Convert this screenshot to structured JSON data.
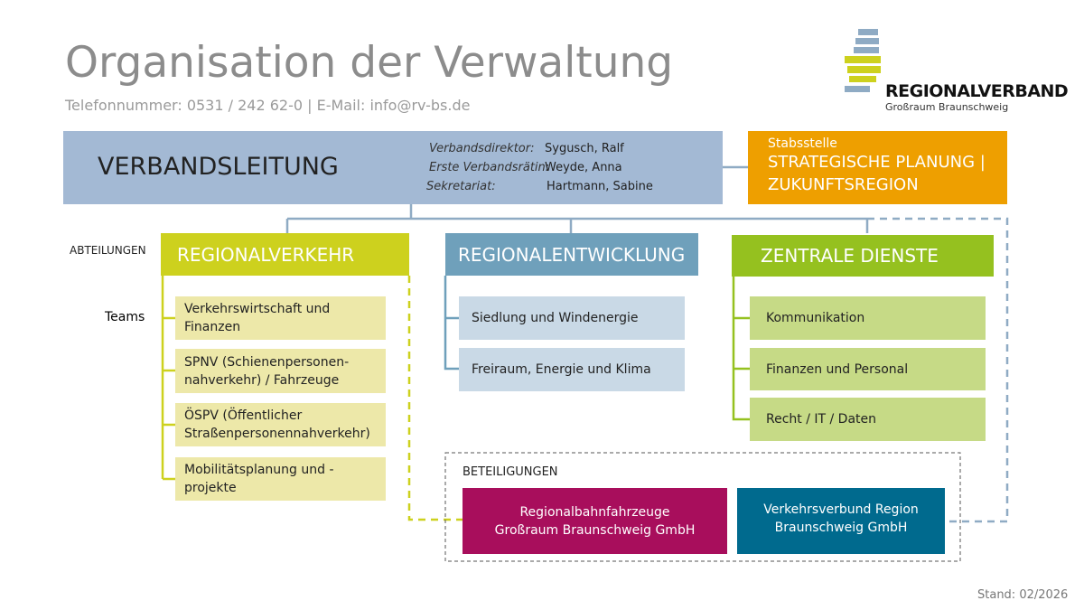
{
  "header": {
    "title": "Organisation der Verwaltung",
    "contact": "Telefonnummer: 0531 / 242 62-0  |  E-Mail: info@rv-bs.de"
  },
  "logo": {
    "name": "REGIONALVERBAND",
    "sub": "Großraum Braunschweig"
  },
  "leitung": {
    "title": "VERBANDSLEITUNG",
    "roles": [
      {
        "role": "Verbandsdirektor:",
        "name": "Sygusch, Ralf"
      },
      {
        "role": "Erste Verbandsrätin:",
        "name": "Weyde, Anna"
      },
      {
        "role": "Sekretariat:",
        "name": "Hartmann, Sabine"
      }
    ]
  },
  "stab": {
    "label": "Stabsstelle",
    "line1": "STRATEGISCHE PLANUNG |",
    "line2": "ZUKUNFTSREGION"
  },
  "labels": {
    "abteilungen": "ABTEILUNGEN",
    "teams": "Teams",
    "beteiligungen": "BETEILIGUNGEN",
    "stand": "Stand: 02/2026"
  },
  "departments": [
    {
      "name": "REGIONALVERKEHR",
      "color": "#cdd11e",
      "teams": [
        "Verkehrswirtschaft und Finanzen",
        "SPNV (Schienenpersonen-nahverkehr)  / Fahrzeuge",
        "ÖSPV (Öffentlicher Straßenpersonennahverkehr)",
        "Mobilitätsplanung und -projekte"
      ]
    },
    {
      "name": "REGIONALENTWICKLUNG",
      "color": "#6fa0bb",
      "teams": [
        "Siedlung und Windenergie",
        "Freiraum, Energie und Klima"
      ]
    },
    {
      "name": "ZENTRALE DIENSTE",
      "color": "#95c11f",
      "teams": [
        "Kommunikation",
        "Finanzen und Personal",
        "Recht / IT / Daten"
      ]
    }
  ],
  "beteiligungen": [
    {
      "line1": "Regionalbahnfahrzeuge",
      "line2": "Großraum Braunschweig GmbH",
      "color": "#a80e5c"
    },
    {
      "line1": "Verkehrsverbund Region",
      "line2": "Braunschweig GmbH",
      "color": "#006a8e"
    }
  ]
}
